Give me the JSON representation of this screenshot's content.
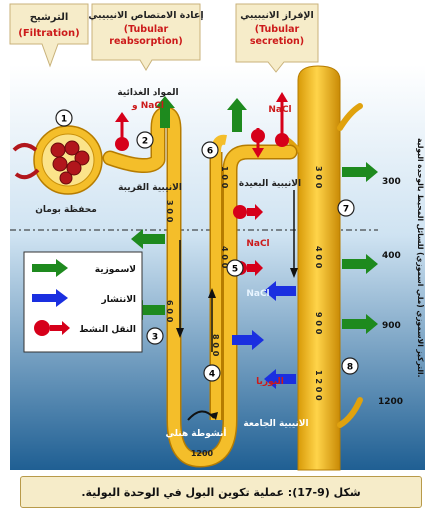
{
  "headers": [
    {
      "ar": "الترشيح",
      "en": "(Filtration)"
    },
    {
      "ar": "إعادة الامتصاص الانيبيبي",
      "en": "(Tubular reabsorption)"
    },
    {
      "ar": "الإفراز الانيبيبي",
      "en": "(Tubular secretion)"
    }
  ],
  "labels": {
    "nutrients": "المواد الغذائية",
    "and_nacl": "و NaCl",
    "nacl": "NaCl",
    "proximal": "الانيبية القريبة",
    "distal": "الانيبية البعيدة",
    "bowman": "محفظة بومان",
    "loop": "أنشوطة هنلي",
    "collecting": "الانيبية الجامعة",
    "urea": "اليوريا",
    "vertical": "التركيز الاسموزي (ملي اسموزي) للسائل المحيط بالوحدة البولية."
  },
  "tube_values": {
    "prox_300": "3 0 0",
    "prox_600": "6 0 0",
    "loop_bottom": "1200",
    "asc_800": "8 0 0",
    "dist_100": "1 0 0",
    "dist_400": "4 0 0",
    "coll_300": "3 0 0",
    "coll_400": "4 0 0",
    "coll_900": "9 0 0",
    "coll_1200": "1 2 0 0"
  },
  "scale": [
    "300",
    "400",
    "900",
    "1200"
  ],
  "numbers": [
    "1",
    "2",
    "3",
    "4",
    "5",
    "6",
    "7",
    "8"
  ],
  "legend": [
    {
      "label": "لاسموزية",
      "color": "#1e8a1e",
      "icon": "arrow-right"
    },
    {
      "label": "الانتشار",
      "color": "#1a2fe0",
      "icon": "arrow-right"
    },
    {
      "label": "النقل النشط",
      "color": "#d6001a",
      "icon": "pump"
    }
  ],
  "caption": "شكل (9-17): عملية تكوين البول في الوحدة البولية."
}
